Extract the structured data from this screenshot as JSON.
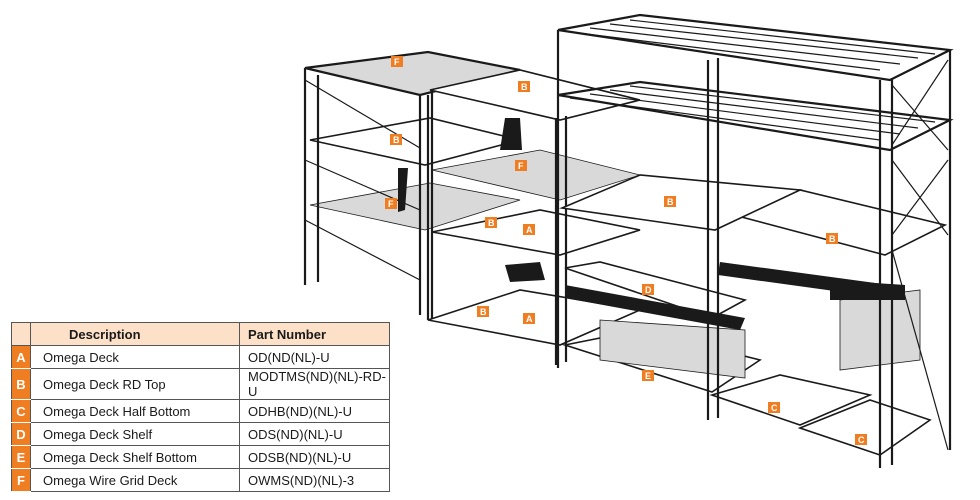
{
  "legend": {
    "headers": {
      "description": "Description",
      "part_number": "Part Number"
    },
    "rows": [
      {
        "letter": "A",
        "description": "Omega Deck",
        "part": "OD(ND(NL)-U"
      },
      {
        "letter": "B",
        "description": "Omega Deck RD Top",
        "part": "MODTMS(ND)(NL)-RD-U"
      },
      {
        "letter": "C",
        "description": "Omega Deck Half Bottom",
        "part": "ODHB(ND)(NL)-U"
      },
      {
        "letter": "D",
        "description": "Omega Deck Shelf",
        "part": "ODS(ND)(NL)-U"
      },
      {
        "letter": "E",
        "description": "Omega Deck Shelf Bottom",
        "part": "ODSB(ND)(NL)-U"
      },
      {
        "letter": "F",
        "description": "Omega Wire Grid Deck",
        "part": "OWMS(ND)(NL)-3"
      }
    ]
  },
  "callouts": [
    "F",
    "B",
    "B",
    "F",
    "F",
    "B",
    "A",
    "B",
    "A",
    "B",
    "B",
    "D",
    "E",
    "C",
    "C"
  ],
  "colors": {
    "accent": "#ef7d22",
    "header_bg": "#fde0c8",
    "line": "#1a1a1a"
  }
}
